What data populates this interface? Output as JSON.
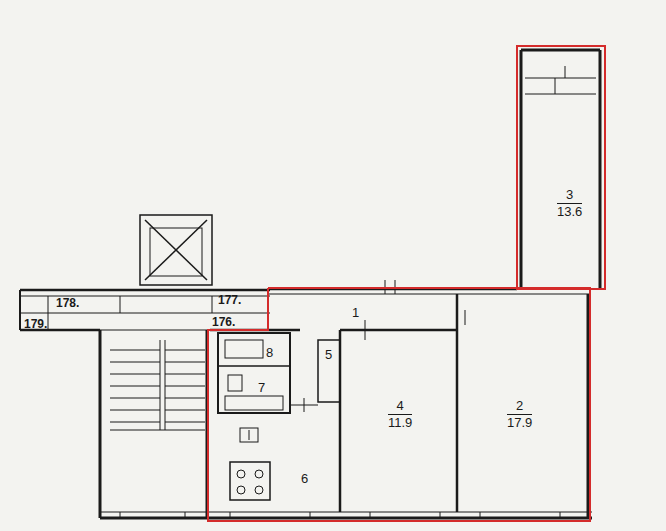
{
  "diagram": {
    "nodes": [
      {
        "text": [
          "3",
          "13.6"
        ]
      },
      {
        "text": [
          "1"
        ]
      },
      {
        "text": [
          "8"
        ]
      },
      {
        "text": [
          "5"
        ]
      },
      {
        "text": [
          "7"
        ]
      },
      {
        "text": [
          "4",
          "11.9"
        ]
      },
      {
        "text": [
          "2",
          "17.9"
        ]
      },
      {
        "text": [
          "6"
        ]
      }
    ],
    "labels": [
      "178.",
      "179.",
      "177.",
      "176."
    ]
  }
}
